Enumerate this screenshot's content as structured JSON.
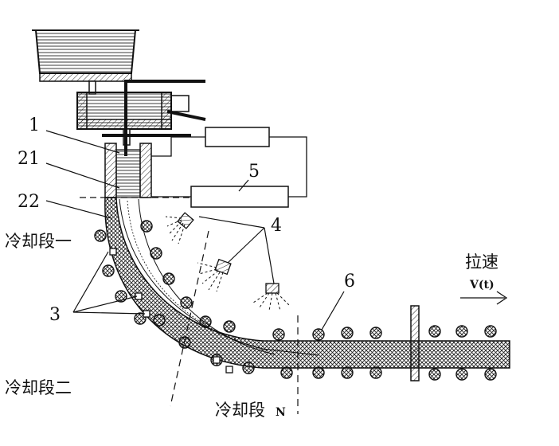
{
  "labels": {
    "l1": "1",
    "l21": "21",
    "l22": "22",
    "l3": "3",
    "l4": "4",
    "l5": "5",
    "l6": "6",
    "cooling1": "冷却段一",
    "cooling2": "冷却段二",
    "coolingN": "冷却段",
    "coolingN_suffix": "N",
    "casting_speed": "拉速",
    "speed_symbol": "V(t)"
  }
}
